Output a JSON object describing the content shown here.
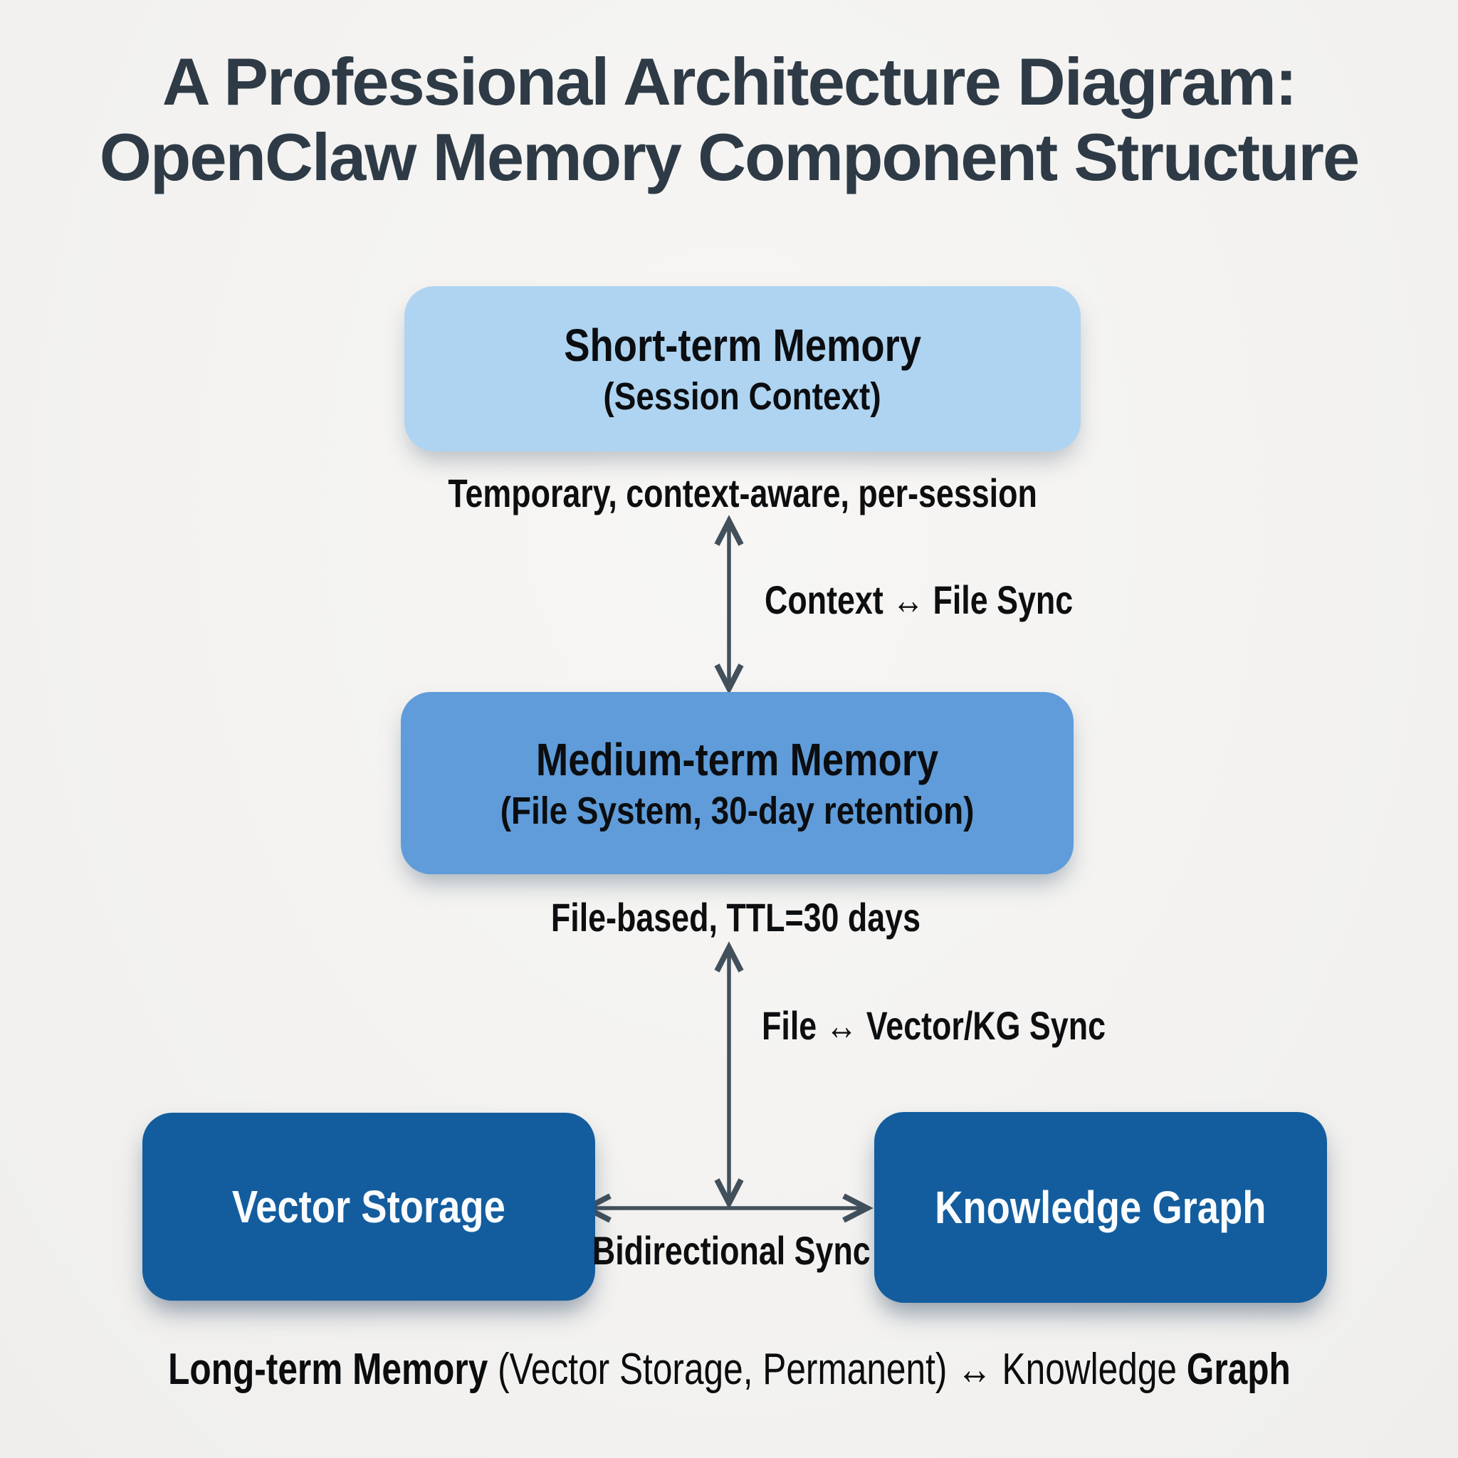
{
  "title": {
    "line1": "A Professional Architecture Diagram:",
    "line2": "OpenClaw Memory Component Structure"
  },
  "nodes": {
    "short_term": {
      "title": "Short-term Memory",
      "subtitle": "(Session Context)",
      "caption": "Temporary, context-aware, per-session",
      "fill": "#aed4f1"
    },
    "medium_term": {
      "title": "Medium-term Memory",
      "subtitle": "(File System, 30-day retention)",
      "caption": "File-based, TTL=30 days",
      "fill": "#5f9cd9"
    },
    "vector_storage": {
      "title": "Vector Storage",
      "fill": "#135d9e"
    },
    "knowledge_graph": {
      "title": "Knowledge Graph",
      "fill": "#135d9e"
    }
  },
  "edges": {
    "context_file_sync": {
      "label": "Context ↔ File Sync"
    },
    "file_vector_kg_sync": {
      "label": "File ↔ Vector/KG Sync"
    },
    "bidirectional_sync": {
      "label": "Bidirectional Sync"
    }
  },
  "footer": {
    "bold_lead": "Long-term Memory",
    "middle": " (Vector Storage, Permanent) ↔ Knowledge ",
    "bold_tail": "Graph"
  },
  "colors": {
    "background": "#f3f2f0",
    "title_text": "#2e3b46",
    "label_text": "#0d0e10",
    "arrow": "#42505c",
    "short_term_fill": "#aed4f1",
    "medium_term_fill": "#5f9cd9",
    "long_term_fill": "#135d9e",
    "dark_box_text": "#fafcfe"
  }
}
